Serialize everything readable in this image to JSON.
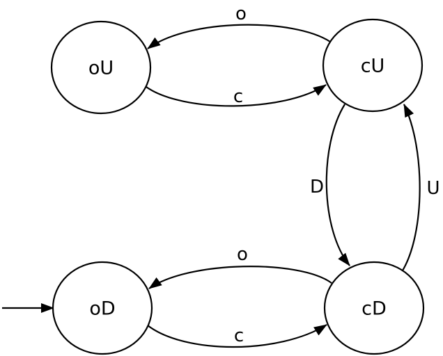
{
  "diagram": {
    "type": "state-machine",
    "background": "#ffffff",
    "line_color": "#000000",
    "text_color": "#000000",
    "states": [
      {
        "id": "oU",
        "label": "oU"
      },
      {
        "id": "cU",
        "label": "cU"
      },
      {
        "id": "oD",
        "label": "oD"
      },
      {
        "id": "cD",
        "label": "cD"
      }
    ],
    "initial_state": "oD",
    "transitions": [
      {
        "from": "cU",
        "to": "oU",
        "label": "o"
      },
      {
        "from": "oU",
        "to": "cU",
        "label": "c"
      },
      {
        "from": "cU",
        "to": "cD",
        "label": "D"
      },
      {
        "from": "cD",
        "to": "cU",
        "label": "U"
      },
      {
        "from": "cD",
        "to": "oD",
        "label": "o"
      },
      {
        "from": "oD",
        "to": "cD",
        "label": "c"
      }
    ]
  }
}
